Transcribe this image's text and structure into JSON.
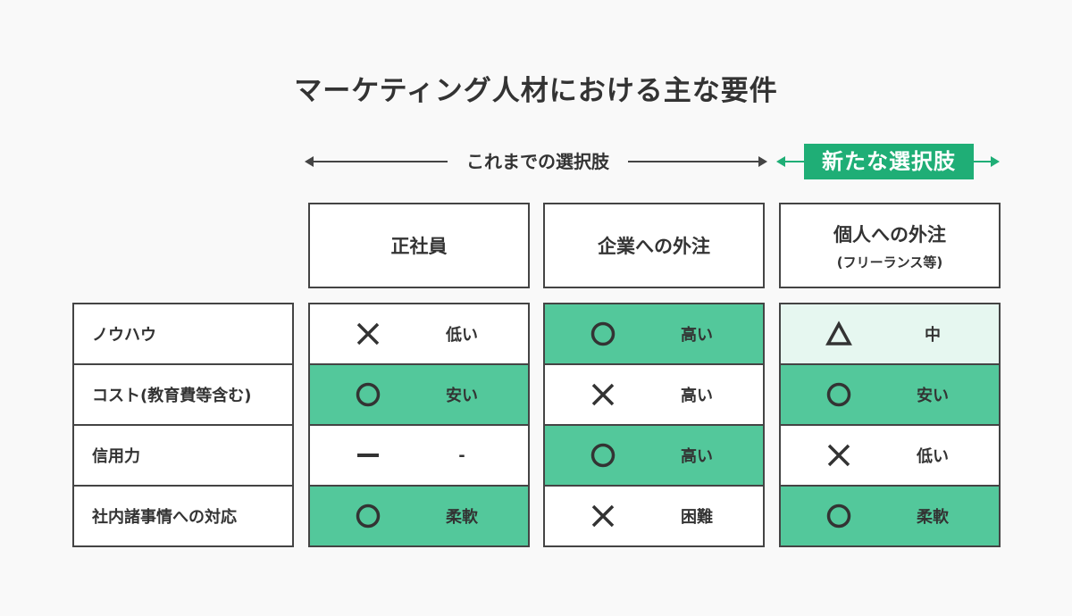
{
  "title": "マーケティング人材における主な要件",
  "ranges": {
    "old": "これまでの選択肢",
    "new": "新たな選択肢"
  },
  "colors": {
    "background": "#f9f9f9",
    "border": "#444444",
    "good": "#53c89b",
    "medium": "#e6f7f0",
    "neutral": "#ffffff",
    "badge": "#1fae76"
  },
  "columns": [
    {
      "title": "正社員",
      "subtitle": ""
    },
    {
      "title": "企業への外注",
      "subtitle": ""
    },
    {
      "title": "個人への外注",
      "subtitle": "(フリーランス等)"
    }
  ],
  "rows": [
    {
      "label": "ノウハウ"
    },
    {
      "label": "コスト(教育費等含む)"
    },
    {
      "label": "信用力"
    },
    {
      "label": "社内諸事情への対応"
    }
  ],
  "cells": [
    [
      {
        "symbol": "cross",
        "value": "低い",
        "tone": "white"
      },
      {
        "symbol": "circle",
        "value": "安い",
        "tone": "green"
      },
      {
        "symbol": "dash",
        "value": "-",
        "tone": "white"
      },
      {
        "symbol": "circle",
        "value": "柔軟",
        "tone": "green"
      }
    ],
    [
      {
        "symbol": "circle",
        "value": "高い",
        "tone": "green"
      },
      {
        "symbol": "cross",
        "value": "高い",
        "tone": "white"
      },
      {
        "symbol": "circle",
        "value": "高い",
        "tone": "green"
      },
      {
        "symbol": "cross",
        "value": "困難",
        "tone": "white"
      }
    ],
    [
      {
        "symbol": "triangle",
        "value": "中",
        "tone": "light"
      },
      {
        "symbol": "circle",
        "value": "安い",
        "tone": "green"
      },
      {
        "symbol": "cross",
        "value": "低い",
        "tone": "white"
      },
      {
        "symbol": "circle",
        "value": "柔軟",
        "tone": "green"
      }
    ]
  ]
}
